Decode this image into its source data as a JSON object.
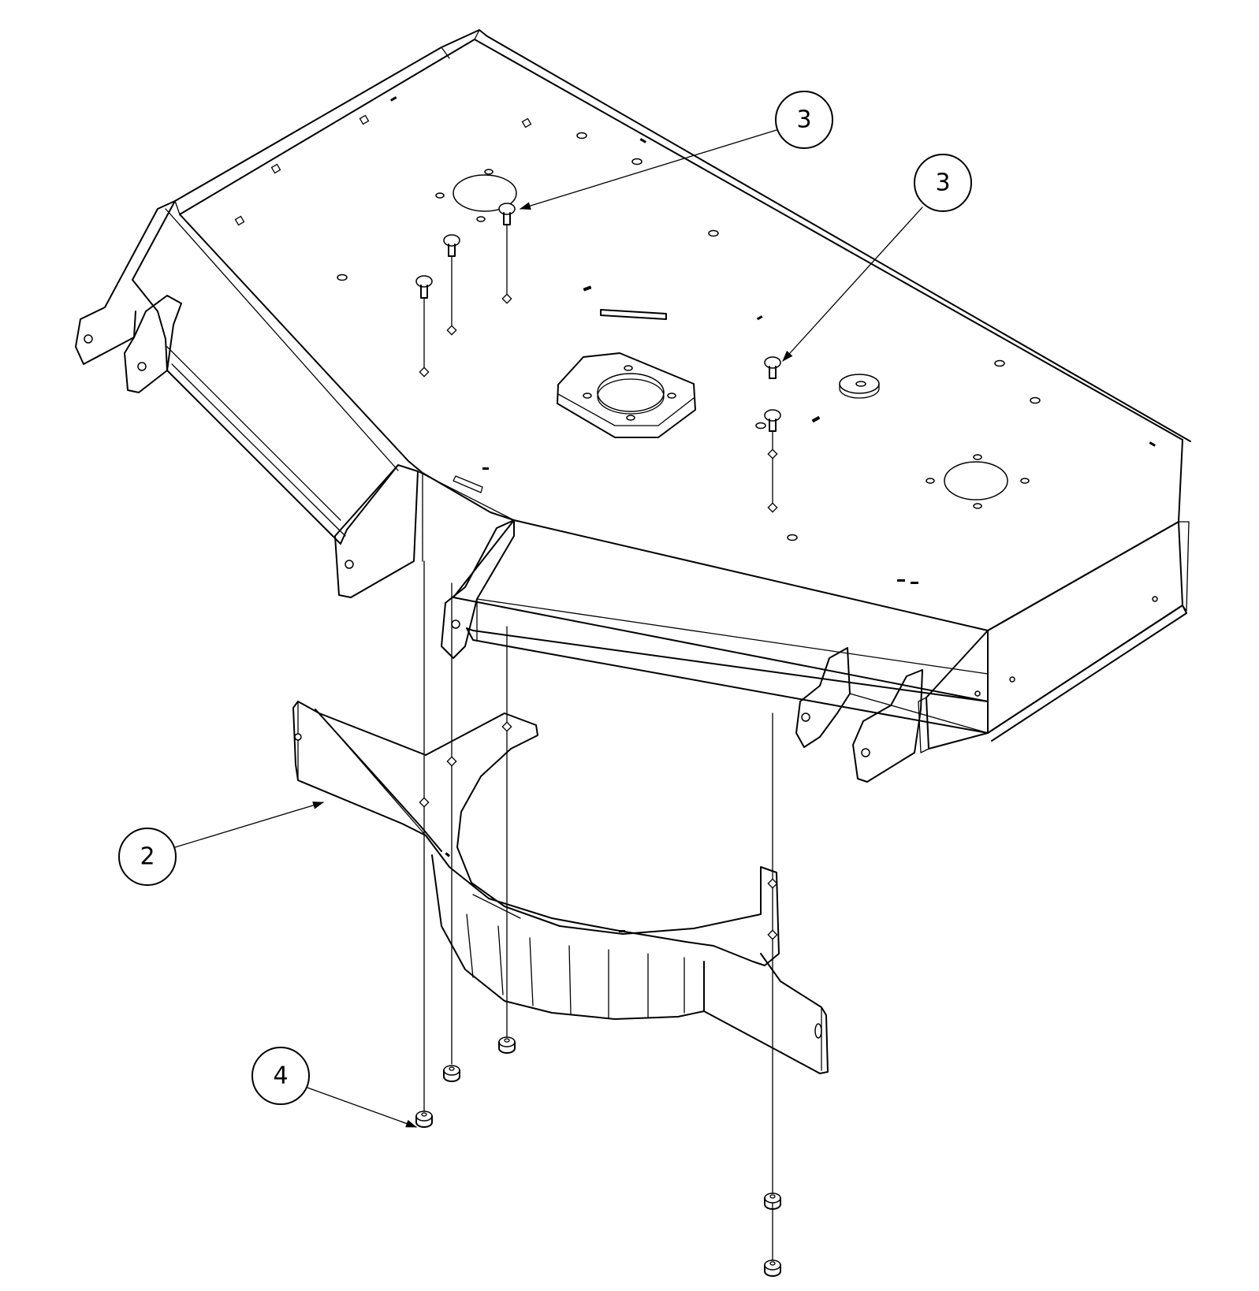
{
  "diagram": {
    "callouts": [
      {
        "id": "callout-3a",
        "label": "3"
      },
      {
        "id": "callout-3b",
        "label": "3"
      },
      {
        "id": "callout-2",
        "label": "2"
      },
      {
        "id": "callout-4",
        "label": "4"
      }
    ]
  }
}
